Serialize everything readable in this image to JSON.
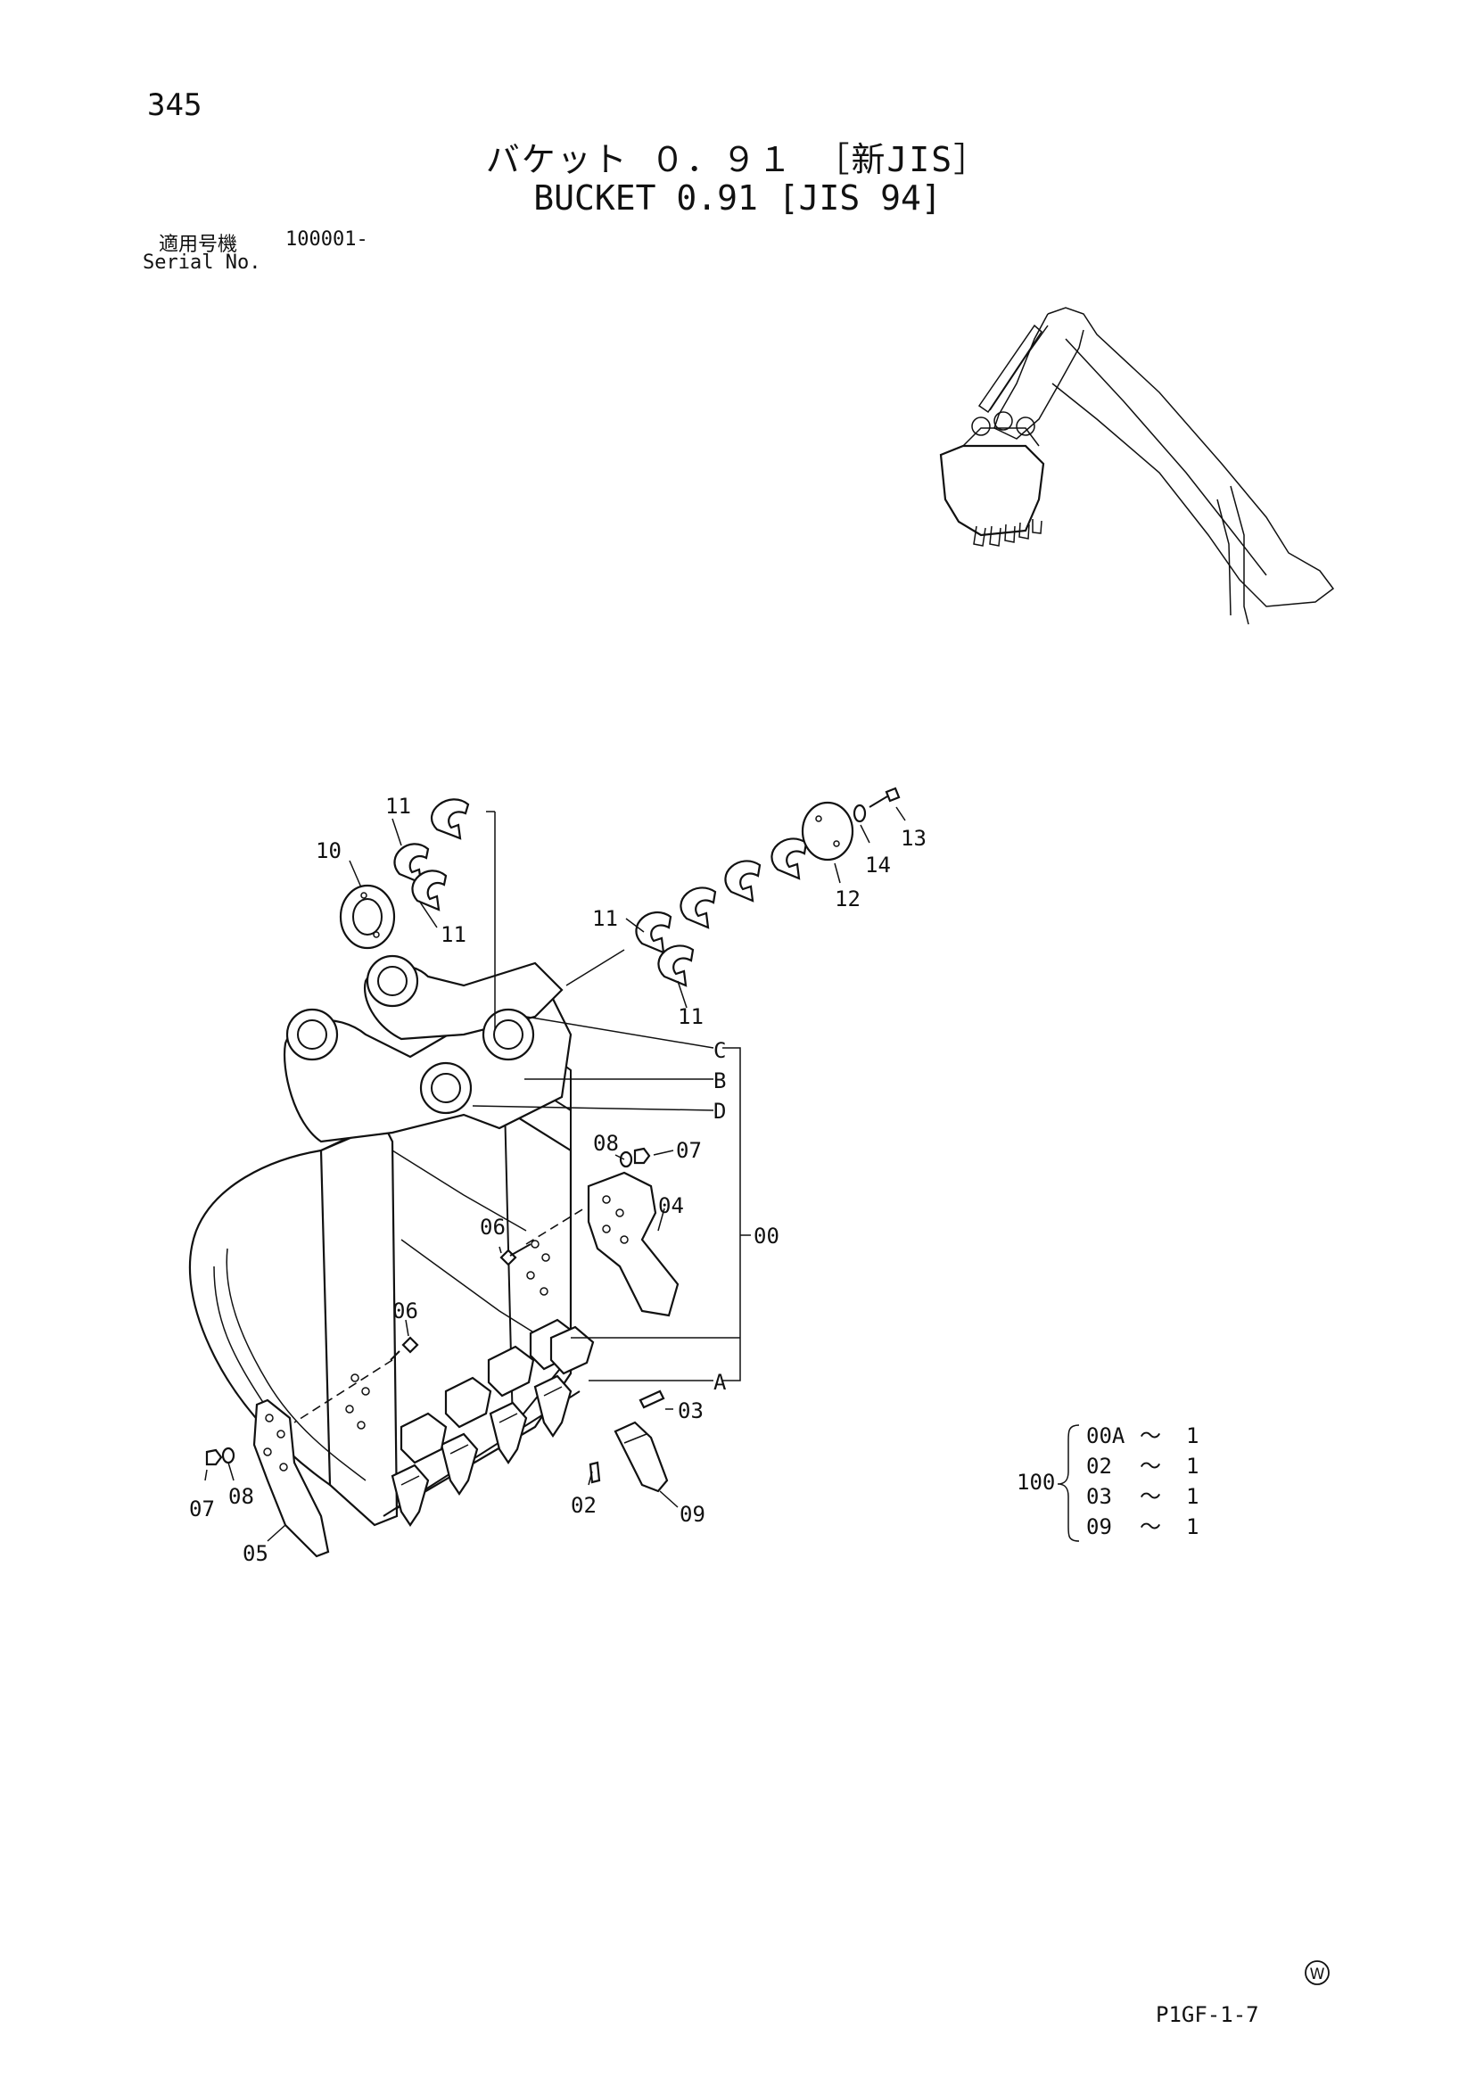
{
  "page_number": "345",
  "title_jp": "バケット ０．９１ ［新JIS］",
  "title_en": "BUCKET 0.91 [JIS 94]",
  "serial": {
    "label_jp": "適用号機",
    "label_en": "Serial No.",
    "value": "100001-"
  },
  "callouts": {
    "c00": "00",
    "c02": "02",
    "c03": "03",
    "c04": "04",
    "c05": "05",
    "c06a": "06",
    "c06b": "06",
    "c07a": "07",
    "c07b": "07",
    "c08a": "08",
    "c08b": "08",
    "c09": "09",
    "c10": "10",
    "c11a": "11",
    "c11b": "11",
    "c11c": "11",
    "c11d": "11",
    "c12": "12",
    "c13": "13",
    "c14": "14",
    "cA": "A",
    "cB": "B",
    "cC": "C",
    "cD": "D"
  },
  "kit": {
    "number": "100",
    "items": [
      {
        "part": "00A",
        "sep": "〜",
        "qty": "1"
      },
      {
        "part": "02",
        "sep": "〜",
        "qty": "1"
      },
      {
        "part": "03",
        "sep": "〜",
        "qty": "1"
      },
      {
        "part": "09",
        "sep": "〜",
        "qty": "1"
      }
    ]
  },
  "corner_mark": "W",
  "page_code": "P1GF-1-7"
}
